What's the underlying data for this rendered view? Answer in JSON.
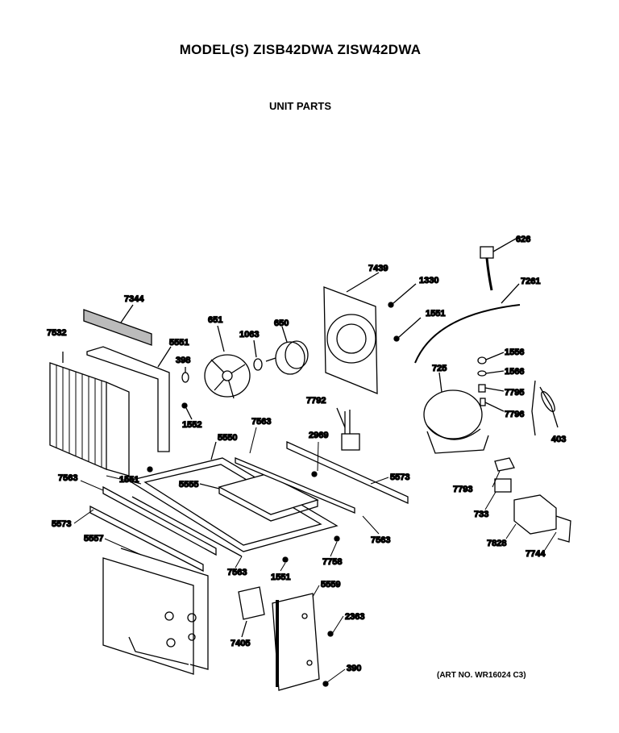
{
  "header": {
    "title": "MODEL(S) ZISB42DWA  ZISW42DWA",
    "subtitle": "UNIT PARTS"
  },
  "art_number": "(ART NO. WR16024 C3)",
  "parts": {
    "p626": "626",
    "p7261": "7261",
    "p7439": "7439",
    "p1330": "1330",
    "p1551a": "1551",
    "p7344": "7344",
    "p7532": "7532",
    "p5551": "5551",
    "p398": "398",
    "p1552": "1552",
    "p651": "651",
    "p1063": "1063",
    "p650": "650",
    "p1556": "1556",
    "p1566": "1566",
    "p725": "725",
    "p7795": "7795",
    "p7796": "7796",
    "p403": "403",
    "p7792": "7792",
    "p2969": "2969",
    "p7563a": "7563",
    "p5550": "5550",
    "p5555": "5555",
    "p1551b": "1551",
    "p7563b": "7563",
    "p5573a": "5573",
    "p5573b": "5573",
    "p7563c": "7563",
    "p7793": "7793",
    "p733": "733",
    "p7828": "7828",
    "p7744": "7744",
    "p5557": "5557",
    "p7758": "7758",
    "p7563d": "7563",
    "p1551c": "1551",
    "p5559": "5559",
    "p2363": "2363",
    "p7405": "7405",
    "p390": "390"
  }
}
